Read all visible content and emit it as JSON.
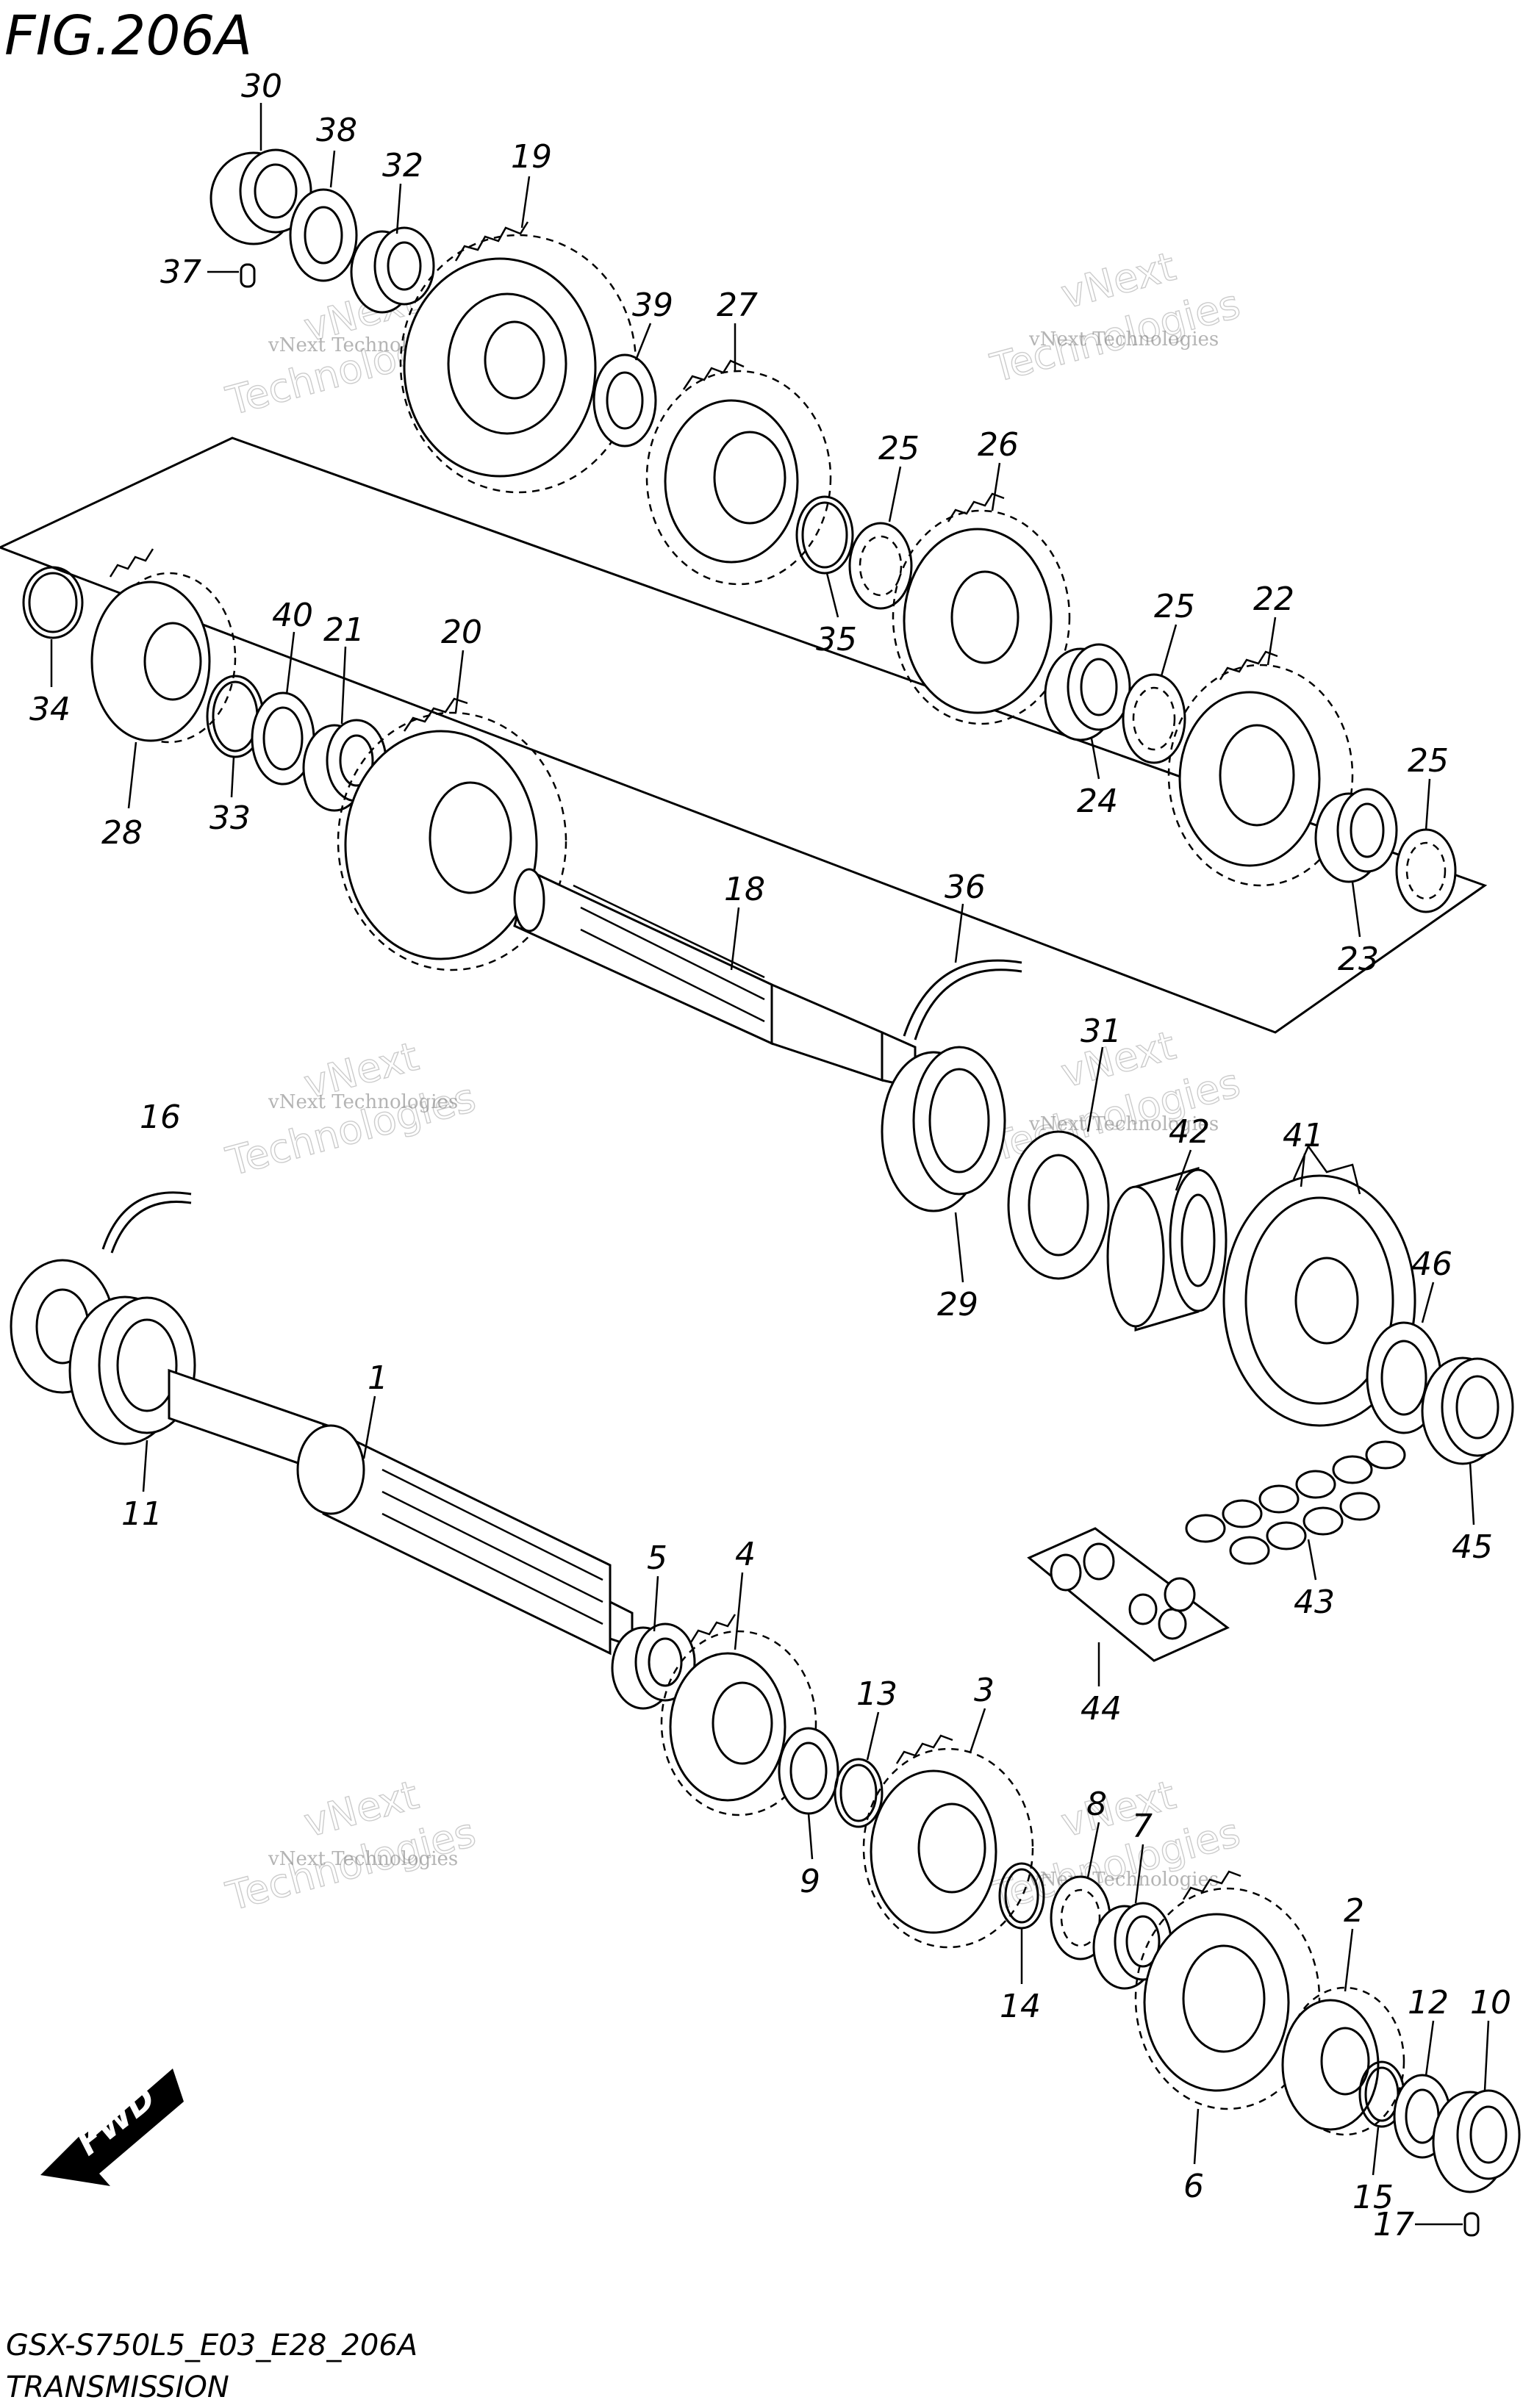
{
  "title": "FIG.206A",
  "footer_code": "GSX-S750L5_E03_E28_206A",
  "footer_name": "TRANSMISSION",
  "fwd_label": "FWD",
  "watermark": {
    "line1": "vNext Technologies",
    "line2": "Technologies",
    "line3": "vNext"
  },
  "callouts": [
    {
      "id": "30",
      "label": "30"
    },
    {
      "id": "38",
      "label": "38"
    },
    {
      "id": "32",
      "label": "32"
    },
    {
      "id": "19",
      "label": "19"
    },
    {
      "id": "37",
      "label": "37"
    },
    {
      "id": "39",
      "label": "39"
    },
    {
      "id": "27",
      "label": "27"
    },
    {
      "id": "25a",
      "label": "25"
    },
    {
      "id": "26",
      "label": "26"
    },
    {
      "id": "35",
      "label": "35"
    },
    {
      "id": "34",
      "label": "34"
    },
    {
      "id": "40",
      "label": "40"
    },
    {
      "id": "21",
      "label": "21"
    },
    {
      "id": "20",
      "label": "20"
    },
    {
      "id": "25b",
      "label": "25"
    },
    {
      "id": "22",
      "label": "22"
    },
    {
      "id": "28",
      "label": "28"
    },
    {
      "id": "33",
      "label": "33"
    },
    {
      "id": "24",
      "label": "24"
    },
    {
      "id": "25c",
      "label": "25"
    },
    {
      "id": "23",
      "label": "23"
    },
    {
      "id": "18",
      "label": "18"
    },
    {
      "id": "36",
      "label": "36"
    },
    {
      "id": "31",
      "label": "31"
    },
    {
      "id": "42",
      "label": "42"
    },
    {
      "id": "41",
      "label": "41"
    },
    {
      "id": "16",
      "label": "16"
    },
    {
      "id": "29",
      "label": "29"
    },
    {
      "id": "46",
      "label": "46"
    },
    {
      "id": "1",
      "label": "1"
    },
    {
      "id": "11",
      "label": "11"
    },
    {
      "id": "45",
      "label": "45"
    },
    {
      "id": "5",
      "label": "5"
    },
    {
      "id": "4",
      "label": "4"
    },
    {
      "id": "43",
      "label": "43"
    },
    {
      "id": "44",
      "label": "44"
    },
    {
      "id": "13",
      "label": "13"
    },
    {
      "id": "3",
      "label": "3"
    },
    {
      "id": "9",
      "label": "9"
    },
    {
      "id": "8",
      "label": "8"
    },
    {
      "id": "7",
      "label": "7"
    },
    {
      "id": "2",
      "label": "2"
    },
    {
      "id": "14",
      "label": "14"
    },
    {
      "id": "12",
      "label": "12"
    },
    {
      "id": "10",
      "label": "10"
    },
    {
      "id": "6",
      "label": "6"
    },
    {
      "id": "15",
      "label": "15"
    },
    {
      "id": "17",
      "label": "17"
    }
  ]
}
